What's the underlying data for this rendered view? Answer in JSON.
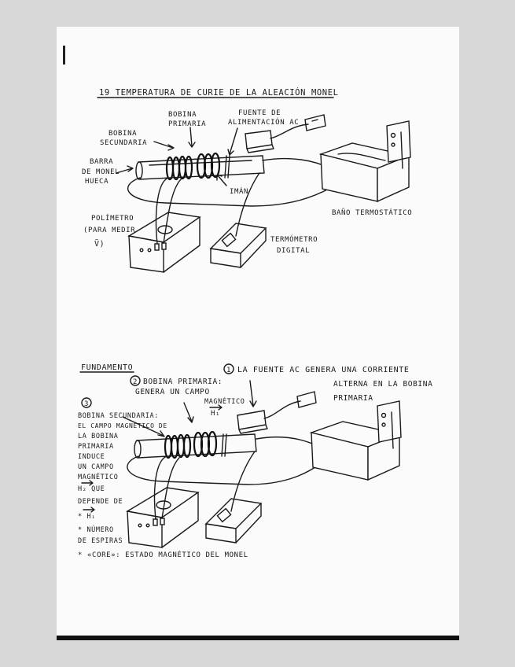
{
  "top": {
    "title": "19 TEMPERATURA DE CURIE DE LA ALEACIÓN MONEL",
    "label_primary": [
      "BOBINA",
      "PRIMARIA"
    ],
    "label_source": [
      "FUENTE DE",
      "ALIMENTACIÓN AC"
    ],
    "label_secondary": [
      "BOBINA",
      "SECUNDARIA"
    ],
    "label_bar": [
      "BARRA",
      "DE MONEL",
      "HUECA"
    ],
    "label_magnet": "IMÁN",
    "label_bath": "BAÑO TERMOSTÁTICO",
    "label_multimeter": [
      "POLÍMETRO",
      "(PARA MEDIR",
      "Ṽ)"
    ],
    "label_thermometer": [
      "TERMÓMETRO",
      "DIGITAL"
    ]
  },
  "bottom": {
    "heading": "FUNDAMENTO",
    "step1_num": "1",
    "step1_text": [
      "LA FUENTE AC GENERA UNA CORRIENTE",
      "ALTERNA EN LA BOBINA",
      "PRIMARIA"
    ],
    "step2_num": "2",
    "step2_text": [
      "BOBINA PRIMARIA:",
      "GENERA UN CAMPO",
      "MAGNÉTICO"
    ],
    "step2_field": "H₁",
    "step3_num": "3",
    "step3_text": [
      "BOBINA SECUNDARIA:",
      "EL CAMPO MAGNÉTICO DE",
      "LA BOBINA",
      "PRIMARIA",
      "INDUCE",
      "UN CAMPO",
      "MAGNÉTICO",
      "H₂ QUE",
      "DEPENDE DE",
      "* H₁",
      "* NÚMERO",
      "DE ESPIRAS"
    ],
    "footnote": "* «CORE»: ESTADO MAGNÉTICO DEL MONEL"
  }
}
